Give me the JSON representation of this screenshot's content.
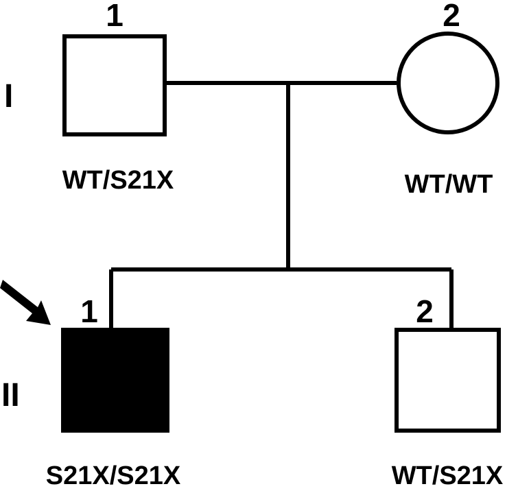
{
  "generations": [
    {
      "roman": "I"
    },
    {
      "roman": "II"
    }
  ],
  "individuals": [
    {
      "generation": "I",
      "number": "1",
      "sex": "male",
      "affected": false,
      "genotype": "WT/S21X",
      "proband": false
    },
    {
      "generation": "I",
      "number": "2",
      "sex": "female",
      "affected": false,
      "genotype": "WT/WT",
      "proband": false
    },
    {
      "generation": "II",
      "number": "1",
      "sex": "male",
      "affected": true,
      "genotype": "S21X/S21X",
      "proband": true
    },
    {
      "generation": "II",
      "number": "2",
      "sex": "male",
      "affected": false,
      "genotype": "WT/S21X",
      "proband": false
    }
  ],
  "colors": {
    "line": "#000000",
    "affected_fill": "#000000",
    "unaffected_fill": "#ffffff",
    "background": "#ffffff"
  },
  "icons": {
    "proband_marker": "arrow-icon"
  }
}
